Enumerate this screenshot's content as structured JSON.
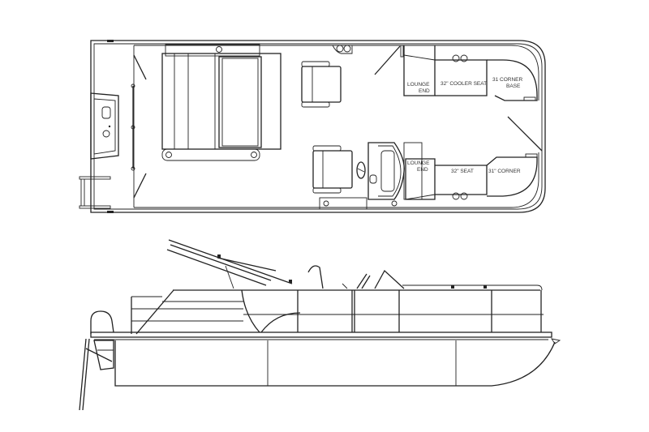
{
  "diagram": {
    "subject": "Pontoon boat floor plan",
    "views": [
      "top-plan-view",
      "side-elevation-view"
    ],
    "colors": {
      "line": "#222222",
      "background": "#ffffff"
    }
  },
  "top_view": {
    "labels": {
      "lounge_end_top_1": "LOUNGE",
      "lounge_end_top_2": "END",
      "cooler_seat": "32\" COOLER SEAT",
      "corner_base_1": "31 CORNER",
      "corner_base_2": "BASE",
      "lounge_end_bottom_1": "LOUNGE",
      "lounge_end_bottom_2": "END",
      "seat_32": "32\" SEAT",
      "corner_31": "31\" CORNER"
    }
  }
}
